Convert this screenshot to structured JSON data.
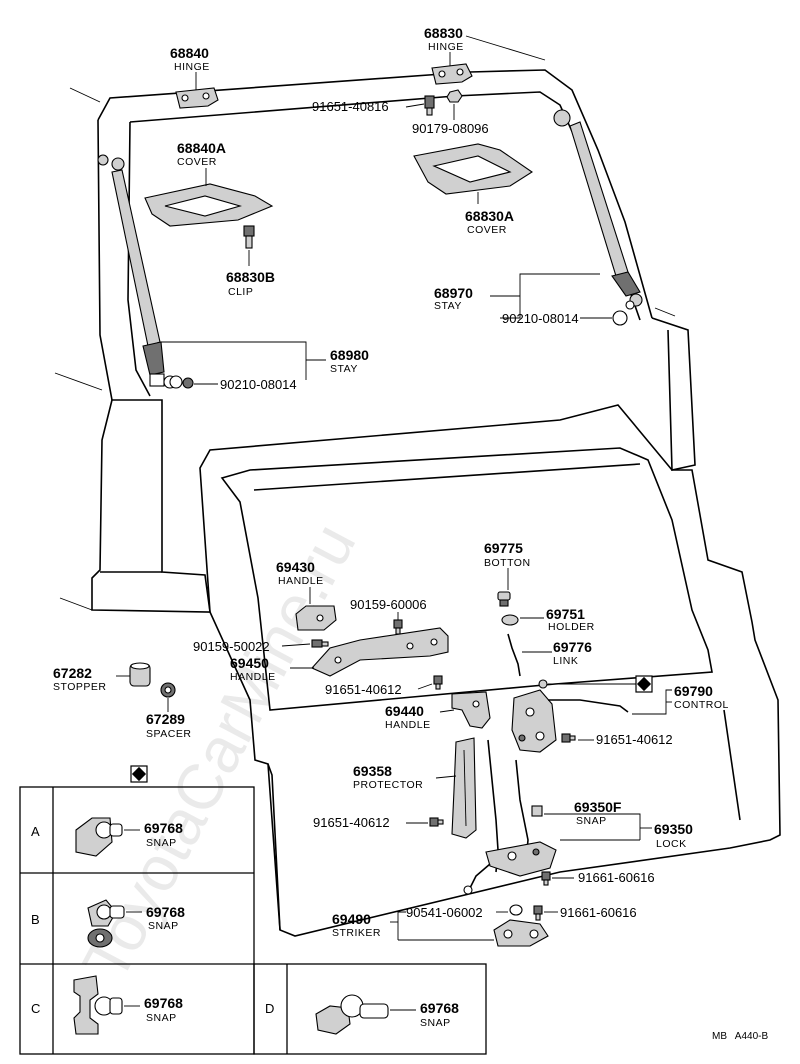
{
  "watermark": "ToyotaCarMine.ru",
  "corner_code": "MB   A440-B",
  "parts": {
    "hinge_l": {
      "num": "68840",
      "name": "HINGE"
    },
    "hinge_r": {
      "num": "68830",
      "name": "HINGE"
    },
    "bolt_a": {
      "num": "91651-40816"
    },
    "nut_a": {
      "num": "90179-08096"
    },
    "cover_l": {
      "num": "68840A",
      "name": "COVER"
    },
    "cover_r": {
      "num": "68830A",
      "name": "COVER"
    },
    "clip": {
      "num": "68830B",
      "name": "CLIP"
    },
    "stay_r": {
      "num": "68970",
      "name": "STAY"
    },
    "nut_stay_r": {
      "num": "90210-08014"
    },
    "stay_l": {
      "num": "68980",
      "name": "STAY"
    },
    "nut_stay_l": {
      "num": "90210-08014"
    },
    "button": {
      "num": "69775",
      "name": "BOTTON"
    },
    "handle_a": {
      "num": "69430",
      "name": "HANDLE"
    },
    "screw_a": {
      "num": "90159-60006"
    },
    "holder": {
      "num": "69751",
      "name": "HOLDER"
    },
    "screw_b": {
      "num": "90159-50022"
    },
    "link": {
      "num": "69776",
      "name": "LINK"
    },
    "handle_b": {
      "num": "69450",
      "name": "HANDLE"
    },
    "stopper": {
      "num": "67282",
      "name": "STOPPER"
    },
    "bolt_b": {
      "num": "91651-40612"
    },
    "control": {
      "num": "69790",
      "name": "CONTROL"
    },
    "handle_c": {
      "num": "69440",
      "name": "HANDLE"
    },
    "spacer": {
      "num": "67289",
      "name": "SPACER"
    },
    "bolt_c": {
      "num": "91651-40612"
    },
    "protector": {
      "num": "69358",
      "name": "PROTECTOR"
    },
    "snap_f": {
      "num": "69350F",
      "name": "SNAP"
    },
    "bolt_d": {
      "num": "91651-40612"
    },
    "lock": {
      "num": "69350",
      "name": "LOCK"
    },
    "bolt_e": {
      "num": "91661-60616"
    },
    "striker": {
      "num": "69490",
      "name": "STRIKER"
    },
    "bolt_f": {
      "num": "90541-06002"
    },
    "bolt_g": {
      "num": "91661-60616"
    }
  },
  "variants": [
    {
      "letter": "A",
      "num": "69768",
      "name": "SNAP"
    },
    {
      "letter": "B",
      "num": "69768",
      "name": "SNAP"
    },
    {
      "letter": "C",
      "num": "69768",
      "name": "SNAP"
    },
    {
      "letter": "D",
      "num": "69768",
      "name": "SNAP"
    }
  ]
}
